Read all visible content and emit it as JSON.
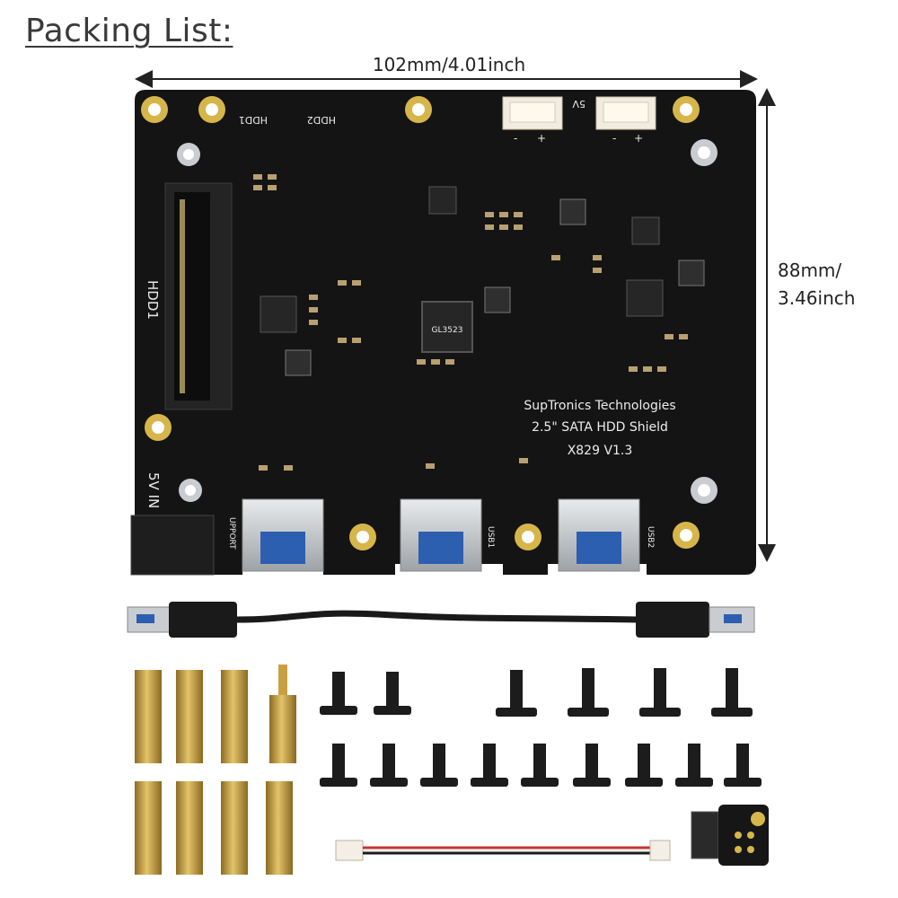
{
  "heading": "Packing List:",
  "dimensions": {
    "width_label": "102mm/4.01inch",
    "height_label_line1": "88mm/",
    "height_label_line2": "3.46inch"
  },
  "board": {
    "brand": "SupTronics Technologies",
    "product": "2.5\" SATA HDD Shield",
    "model": "X829  V1.3",
    "hdd1_port": "HDD1",
    "hdd1_led": "HDD1",
    "hdd2_led": "HDD2",
    "power_in": "5V IN",
    "fan_5v": "5V",
    "usb_upport": "UPPORT",
    "usb1": "USB1",
    "usb2": "USB2",
    "chip_main": "GL3523",
    "chip_l": "5V",
    "plus": "+",
    "minus": "-"
  },
  "accessories": {
    "usb_cable": "USB 3.0 jumper cable",
    "standoff_count": 8,
    "screw_count": 15
  },
  "colors": {
    "pcb": "#141414",
    "gold": "#d6b64a",
    "brass": "#c8a043",
    "silver": "#c9ccd0",
    "silk": "#ececec"
  }
}
